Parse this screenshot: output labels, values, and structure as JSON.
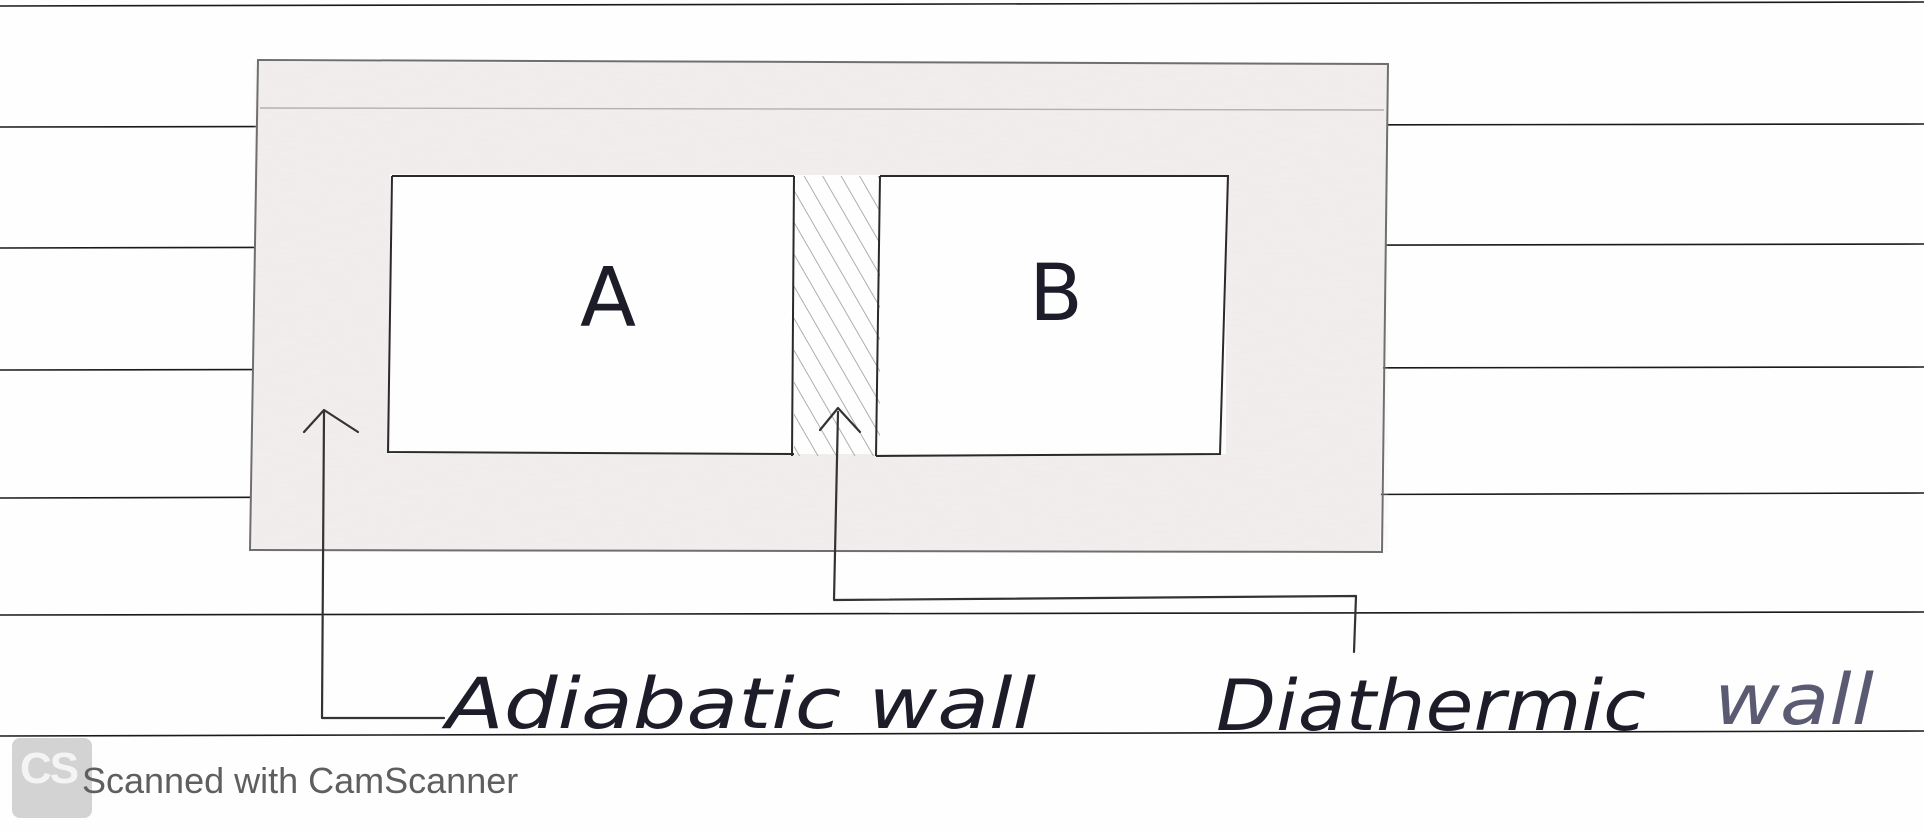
{
  "diagram": {
    "chamber_a_label": "A",
    "chamber_b_label": "B",
    "adiabatic_label": "Adiabatic wall",
    "diathermic_label_part1": "Diathermic",
    "diathermic_label_part2": "wall"
  },
  "watermark": {
    "badge": "CS",
    "text": "Scanned with CamScanner"
  }
}
